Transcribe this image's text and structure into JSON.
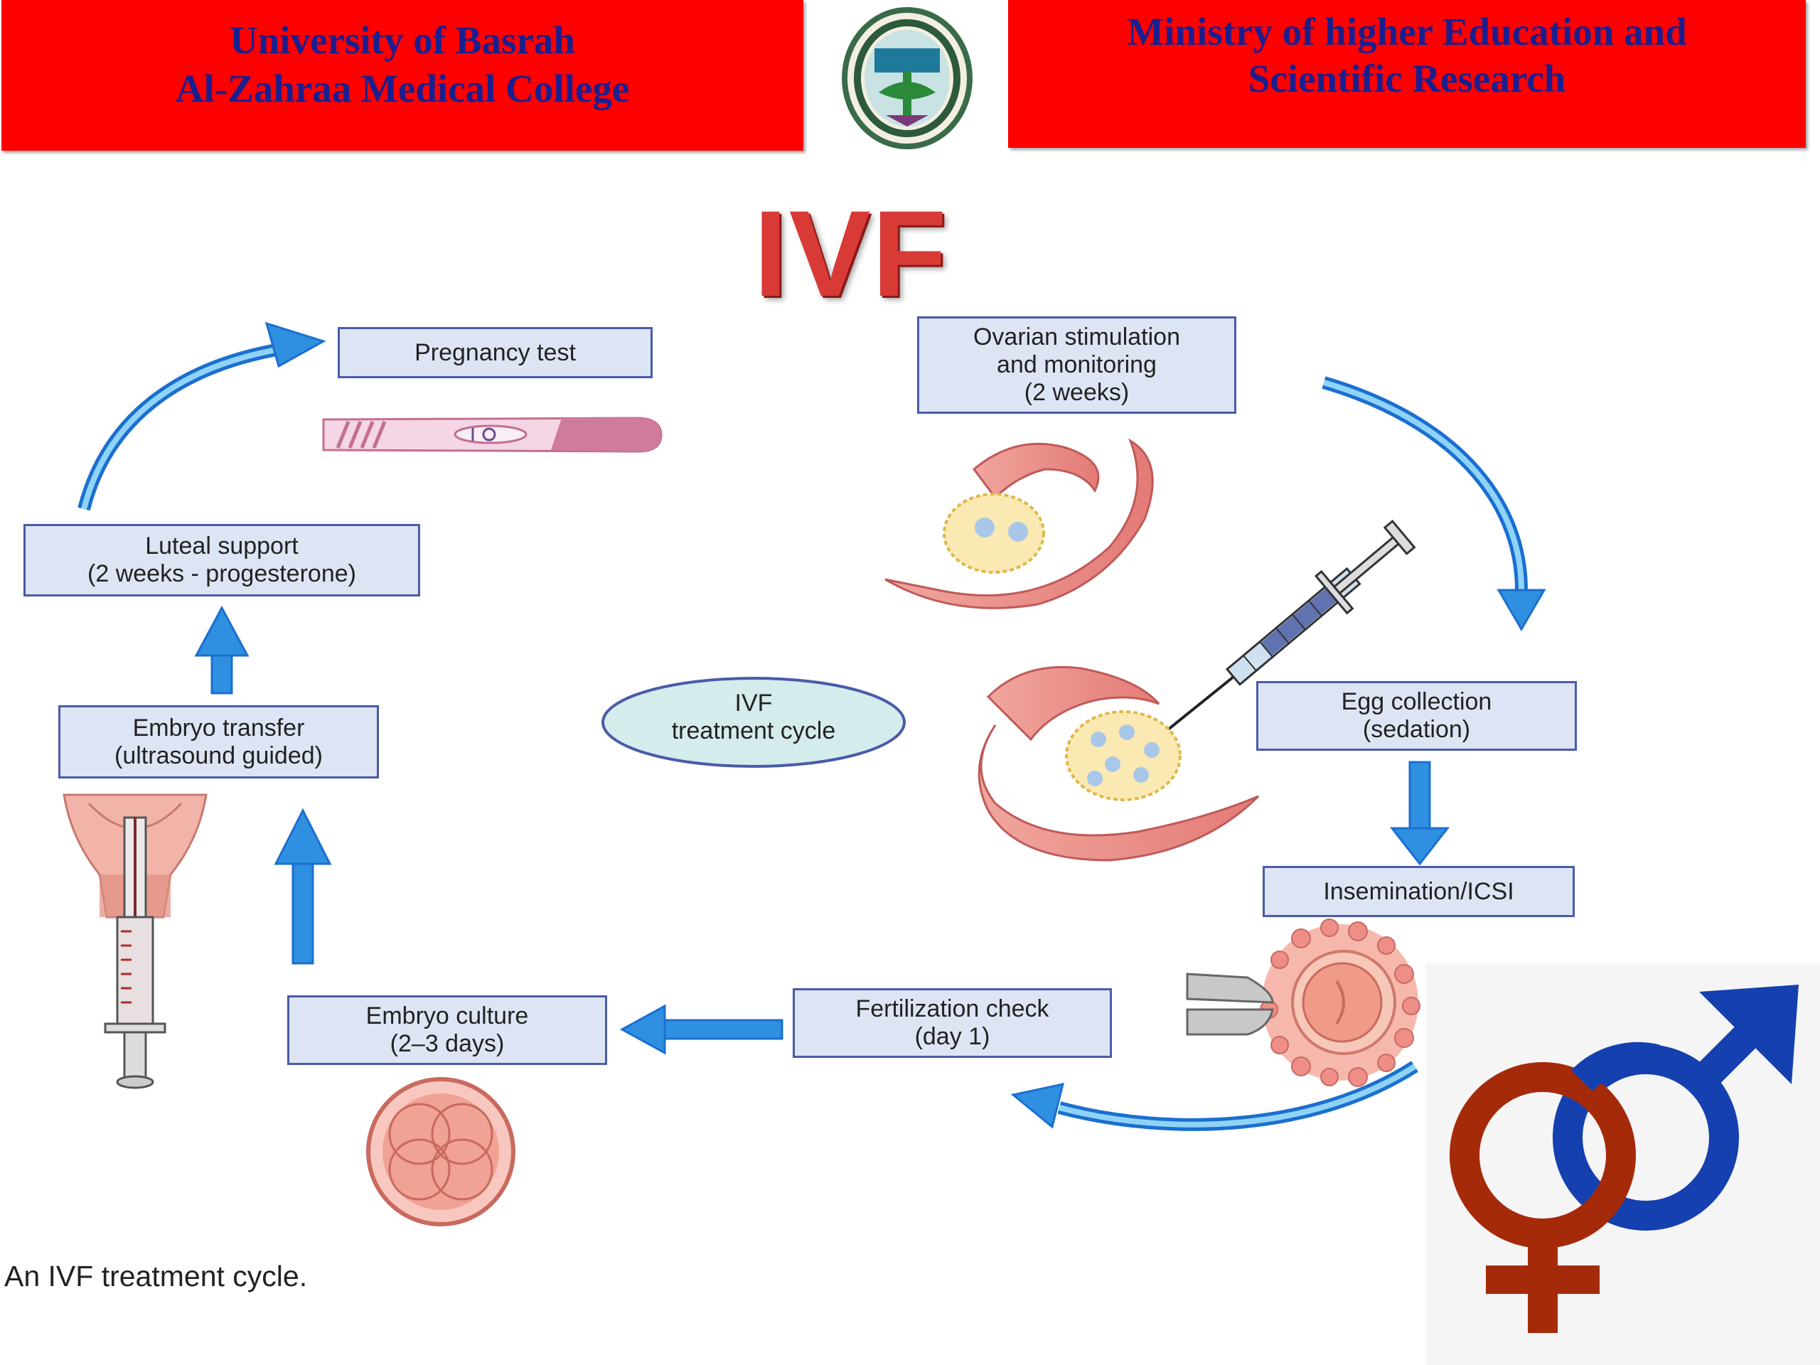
{
  "header": {
    "left_line1": "University of Basrah",
    "left_line2": "Al-Zahraa Medical College",
    "right_line1": "Ministry of higher Education  and",
    "right_line2": "Scientific Research",
    "seal_icon": "university-seal-icon"
  },
  "title": "IVF",
  "diagram": {
    "center_label": "IVF\ntreatment cycle",
    "steps": {
      "ovarian": "Ovarian stimulation\nand monitoring\n(2 weeks)",
      "egg": "Egg collection\n(sedation)",
      "insemination": "Insemination/ICSI",
      "fertilization": "Fertilization check\n(day 1)",
      "culture": "Embryo culture\n(2–3 days)",
      "transfer": "Embryo transfer\n(ultrasound guided)",
      "luteal": "Luteal support\n(2 weeks - progesterone)",
      "pregnancy": "Pregnancy test"
    }
  },
  "caption": "An IVF treatment cycle.",
  "colors": {
    "banner_red": "#fe0000",
    "banner_text": "#1a1f8f",
    "title_red": "#d83a36",
    "step_fill": "#dde5f5",
    "step_border": "#4a5ba8",
    "arrow_blue": "#2f8fe0",
    "center_ellipse": "#d4ecec",
    "female_symbol": "#a52a0a",
    "male_symbol": "#1440b0"
  },
  "icons": [
    "university-seal-icon",
    "pregnancy-test-icon",
    "ovary-icon",
    "syringe-icon",
    "uterus-transfer-icon",
    "oocyte-icon",
    "embryo-icon",
    "gender-symbols-icon"
  ]
}
